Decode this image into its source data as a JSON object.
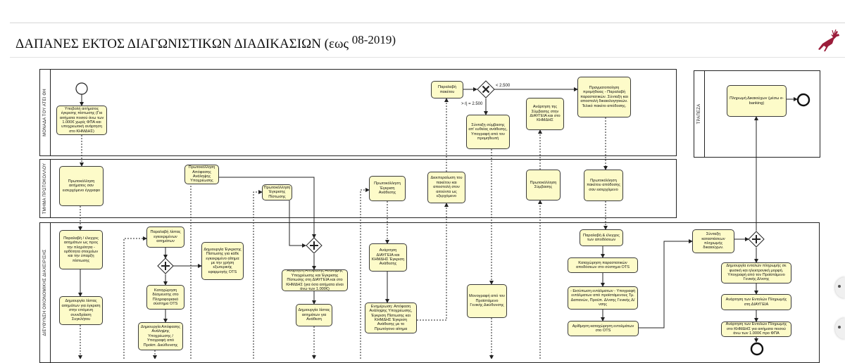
{
  "header": {
    "title": "ΔΑΠΑΝΕΣ ΕΚΤΟΣ ΔΙΑΓΩΝΙΣΤΙΚΩΝ ΔΙΑΔΙΚΑΣΙΩΝ (εως",
    "title_date": "08-2019)"
  },
  "lanes": {
    "mona": "ΜΟΝΑΔΑ ΤΟΥ ΑΤΕΙ ΘΗ",
    "protokollo": "ΤΜΗΜΑ ΠΡΩΤΟΚΟΛΛΟΥ",
    "oikonomiki": "ΔΙΕΥΘΥΝΣΗ ΟΙΚΟΝΟΜΙΚΗΣ ΔΙΑΧΕΙΡΙΣΗΣ",
    "trapeza": "ΤΡΑΠΕΖΑ"
  },
  "tasks": {
    "t1": "Υποβολή αιτήματος έγκρισης πίστωσης (Για αιτήματα ποσού άνω των 1.000€ χωρίς ΦΠΑ και υποχρεωτική ανάρτηση στο ΚΗΜΔΗΣ)",
    "t2": "Πρωτοκόλληση αιτήματος σαν εισερχόμενο έγγραφο",
    "t3": "Παραλαβή / έλεγχος αιτημάτων ως προς την πληρότητα - ορθότητα στοιχείων και την ύπαρξη πίστωσης",
    "t4": "Δημιουργία λίστας αιτημάτων για έγκριση στην επόμενη συνεδρίαση Συγκλήτου",
    "t5": "Παραλαβή λίστας εγκεκριμένων αιτημάτων",
    "t6": "Καταχώρηση δέσμευσης στο Πληροφοριακό σύστημα OTS",
    "t7": "Δημιουργία Απόφασης Ανάληψης Υποχρέωσης / Υπογραφή από Προϊστ. Διεύθυνσης",
    "t8": "Δημιουργία Έγκρισης Πίστωσης για κάθε εγκεκριμένο αίτημα με την χρήση εξωτερικής εφαρμογής OTS",
    "t9": "Πρωτοκόλληση Απόφασης Ανάληψης Υποχρέωσης",
    "t10": "Πρωτοκόλληση Έγκρισης Πίστωσης",
    "t11": "Ανάρτηση Απόφασης Ανάληψης Υποχρέωσης και Έγκρισης Πίστωσης στη ΔΙΑΥΓΕΙΑ και στο ΚΗΜΔΗΣ (για όσα αιτήματα είναι άνω των 1.000€)",
    "t12": "Δημιουργία λίστας αιτημάτων για Ανάθεση",
    "t13": "Πρωτοκόλληση Έγκριση Ανάθεσης",
    "t14": "Ανάρτηση ΔΙΑΥΓΕΙΑ και ΚΗΜΔΗΣ Έγκριση Ανάθεσης",
    "t15": "Ενημέρωση: Απόφαση Ανάληψης Υποχρέωσης, Έγκριση Πίστωσης και ΚΗΜΔΗΣ Έγκριση Ανάθεσης με το Πρωτόγονο αίτημα",
    "t16": "Παραλαβή πακέτου",
    "t17": "Διεκπεραίωση του πακέτου και αποστολή στον αιτούντα ως εξερχόμενο",
    "t18": "Σύνταξη σύμβασης απ' ευθείας ανάθεσης, Υπογραφή από τον προμηθευτή",
    "t19": "Μονογραφή από τον Προϊστάμενο Γενικής Διεύθυνσης",
    "t20": "Ανάρτηση της Σύμβασης στην ΔΙΑΥΓΕΙΑ και στο ΚΗΜΔΗΣ",
    "t21": "Πρωτοκόλληση Σύμβασης",
    "t22": "Πραγματοποίηση προμήθειας - Παραλαβή παραστατικών. Σύνταξη και αποστολή δικαιολογητικών. Τελικό πακέτο απόδοσης.",
    "t23": "Πρωτοκόλληση πακέτου απόδοσης σαν εισερχόμενο",
    "t24": "Παραλαβή & έλεγχος των αποδόσεων",
    "t25": "Καταχώρηση παραστατικών αποδόσεων στο σύστημα OTS",
    "t26": "- Εκτύπωση εντάλματων - Υπογραφή εντάλματων από προϊστάμενους Τμ. Δαπανών, Προϋπ. Δ/νσης Γενικής Δ/νσης",
    "t27": "Αρίθμηση καταχώρηση εντολμάτων στο OTS",
    "t28": "Σύνταξη καταστάσεων πληρωμής δικαιούχων.",
    "t29": "Δημιουργία εντολών πληρωμής σε φυσική και ηλεκτρονική μορφή. Υπογραφή από τον Προϊστάμενο Γενικής Δ/νσης",
    "t30": "Ανάρτηση των Εντολών Πληρωμής στη ΔΙΑΥΓΕΙΑ",
    "t31": "Ανάρτηση των Εντολών Πληρωμής στο ΚΗΜΔΗΣ για αιτήματα ποσού άνω των 1.000€ προ ΦΠΑ",
    "t32": "Πληρωμή Δικαιούχων (μέσω e-banking)"
  },
  "labels": {
    "lt2500": "< 2.500",
    "gt2500": "> ή = 2.500"
  }
}
